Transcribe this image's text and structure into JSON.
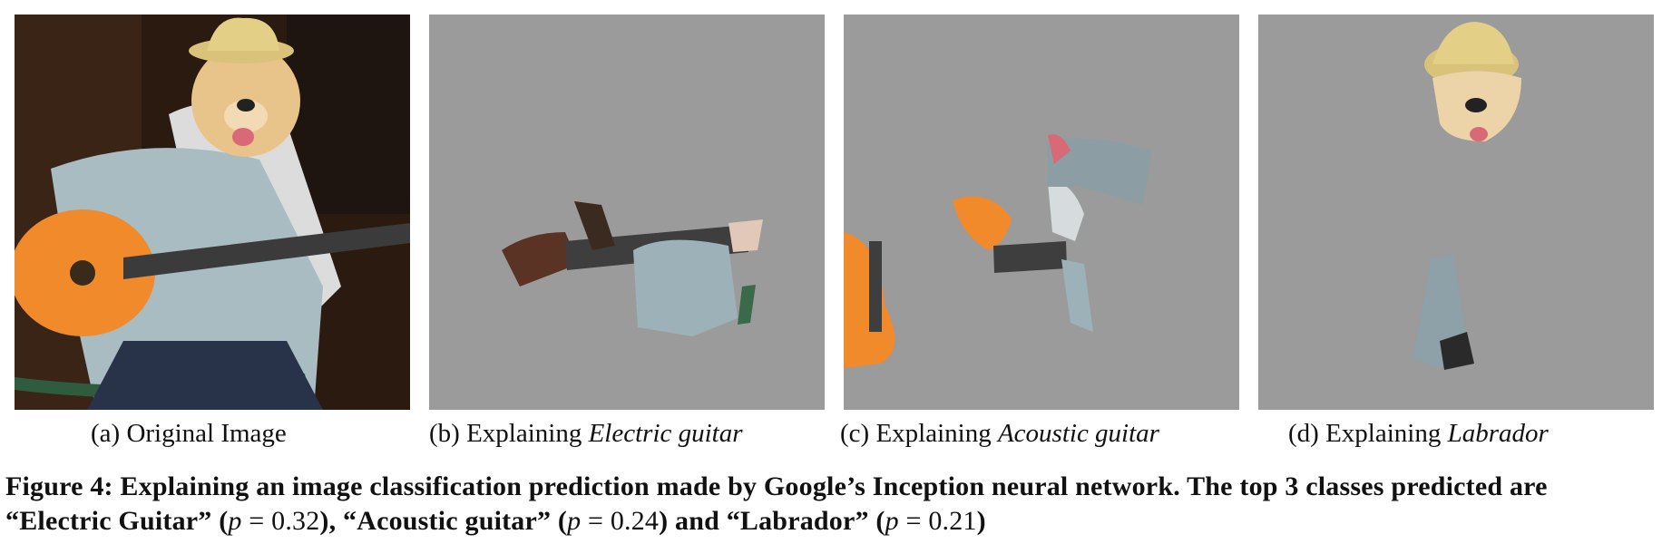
{
  "panels": [
    {
      "label": "(a)",
      "text": "Original Image",
      "italic": ""
    },
    {
      "label": "(b)",
      "text": "Explaining",
      "italic": "Electric guitar"
    },
    {
      "label": "(c)",
      "text": "Explaining",
      "italic": "Acoustic guitar"
    },
    {
      "label": "(d)",
      "text": "Explaining",
      "italic": "Labrador"
    }
  ],
  "caption": {
    "prefix": "Figure 4: Explaining an image classification prediction made by Google’s Inception neural network. The top 3 classes predicted are “Electric Guitar” (",
    "p1": "p",
    "v1": " = 0.32",
    "mid1": "), “Acoustic guitar” (",
    "p2": "p",
    "v2": " = 0.24",
    "mid2": ") and “Labrador” (",
    "p3": "p",
    "v3": " = 0.21",
    "end": ")"
  },
  "colors": {
    "mask_gray": "#9b9b9b",
    "guitar_orange": "#f08a2a",
    "shirt": "#9db2b8"
  }
}
